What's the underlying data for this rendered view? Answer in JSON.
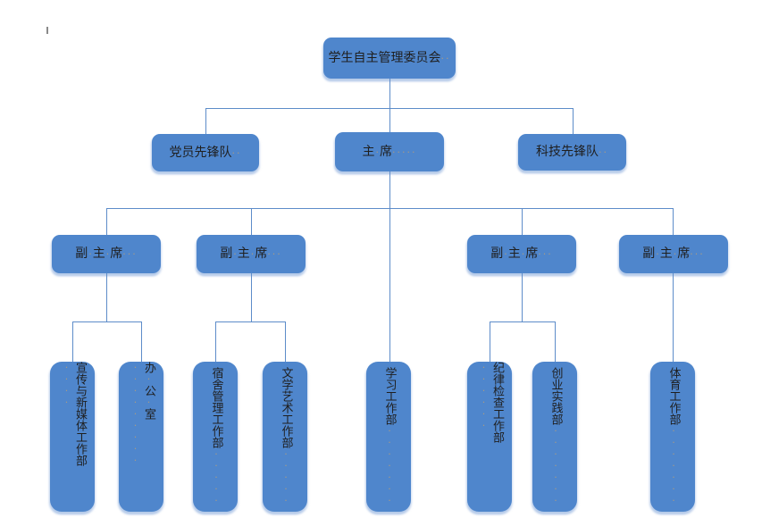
{
  "palette": {
    "box_fill": "#4f86cc",
    "box_text": "#1f1f1f",
    "connector_line": "#5d8cc9",
    "formatting_dots": "#a79a85"
  },
  "chart": {
    "root": {
      "label": "学生自主管理委员会",
      "dots": "··"
    },
    "level2": [
      {
        "label": "党员先锋队",
        "dots": "··"
      },
      {
        "label": "主 席",
        "dots": "·····"
      },
      {
        "label": "科技先锋队",
        "dots": "··"
      }
    ],
    "level3": [
      {
        "label": "副 主 席",
        "dots": "···"
      },
      {
        "label": "副 主 席",
        "dots": "···"
      },
      {
        "label": "副 主 席",
        "dots": "···"
      },
      {
        "label": "副 主 席",
        "dots": "···"
      }
    ],
    "departments": [
      {
        "label": "宣传与新媒体工作部",
        "dots": "····"
      },
      {
        "label": "办 公 室",
        "dots": "·········"
      },
      {
        "label": "宿舍管理工作部",
        "dots": "·····"
      },
      {
        "label": "文学艺术工作部",
        "dots": "·····"
      },
      {
        "label": "学习工作部",
        "dots": "·······"
      },
      {
        "label": "纪律检查工作部",
        "dots": "······"
      },
      {
        "label": "创业实践部",
        "dots": "·······"
      },
      {
        "label": "体育工作部",
        "dots": "·······"
      }
    ]
  }
}
